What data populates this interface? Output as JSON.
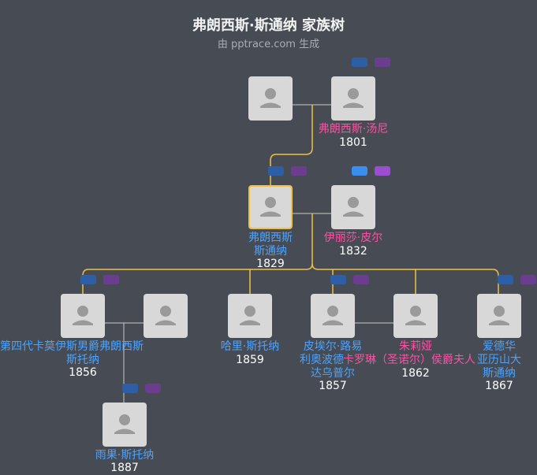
{
  "title": "弗朗西斯·斯通纳 家族树",
  "subtitle": "由 pptrace.com 生成",
  "colors": {
    "male": "#4aa3ff",
    "female": "#ff4fa3",
    "background": "#474c54",
    "focus_line": "#f0c040"
  },
  "people": {
    "gp_unknown": {
      "name": "",
      "year": ""
    },
    "gp_father": {
      "name": "弗朗西斯·汤尼",
      "year": "1801"
    },
    "focus": {
      "name_line1": "弗朗西斯",
      "name_line2": "斯通纳",
      "year": "1829"
    },
    "spouse": {
      "name": "伊丽莎·皮尔",
      "year": "1832"
    },
    "child1": {
      "name_line1": "第四代卡莫伊斯男爵弗朗西斯",
      "name_line2": "斯托纳",
      "year": "1856"
    },
    "child1_spouse": {
      "name": "",
      "year": ""
    },
    "child2": {
      "name": "哈里·斯托纳",
      "year": "1859"
    },
    "child3": {
      "name_line1": "皮埃尔·路易",
      "name_line2": "利奥波德",
      "name_line3": "达乌普尔",
      "year": "1857"
    },
    "child3_spouse": {
      "name_line1": "朱莉娅",
      "name_line2": "卡罗琳（圣诺尔）侯爵夫人",
      "year": "1862"
    },
    "child4": {
      "name_line1": "爱德华",
      "name_line2": "亚历山大",
      "name_line3": "斯通纳",
      "year": "1867"
    },
    "grandchild": {
      "name": "雨果·斯托纳",
      "year": "1887"
    }
  }
}
